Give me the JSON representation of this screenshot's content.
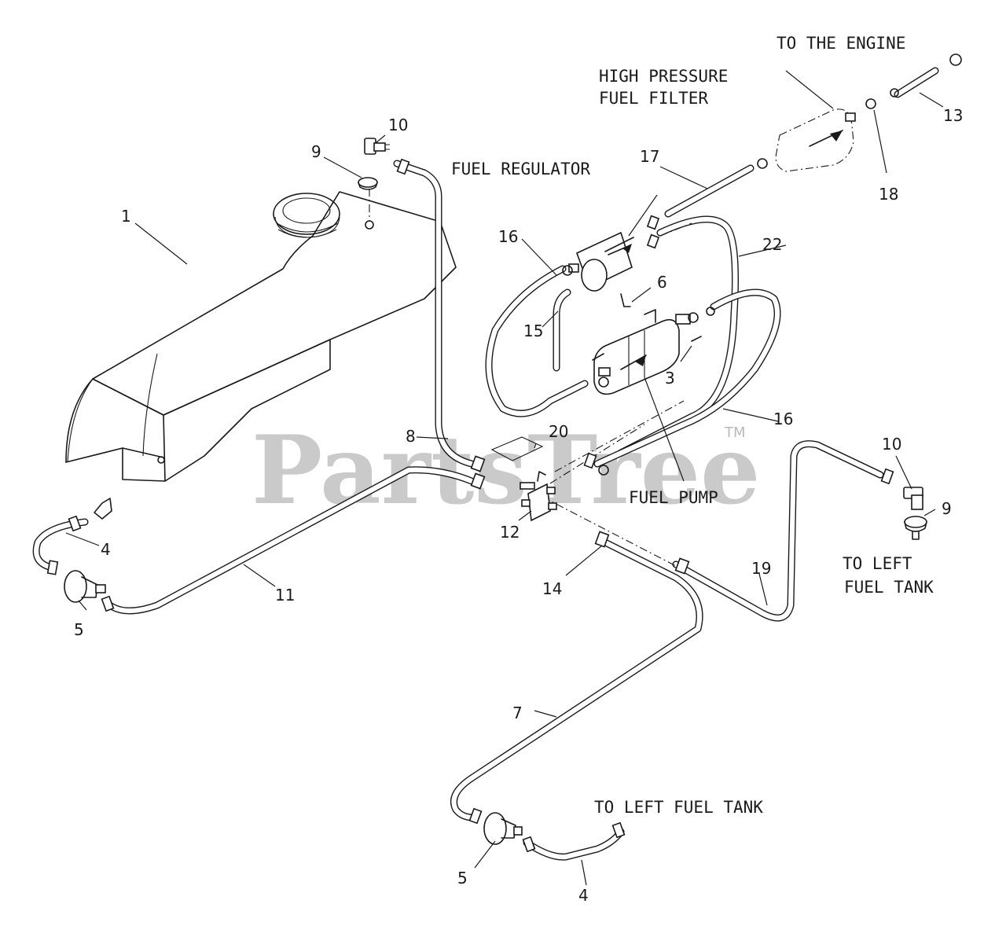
{
  "watermark": {
    "brand": "PartsTree",
    "trademark": "TM"
  },
  "labels": {
    "to_engine": "TO THE ENGINE",
    "hp_filter_line1": "HIGH PRESSURE",
    "hp_filter_line2": "FUEL FILTER",
    "fuel_regulator": "FUEL REGULATOR",
    "fuel_pump": "FUEL PUMP",
    "to_left_tank_right_line1": "TO LEFT",
    "to_left_tank_right_line2": "FUEL TANK",
    "to_left_tank_bottom": "TO LEFT FUEL TANK"
  },
  "callouts": [
    {
      "id": "c1",
      "text": "1"
    },
    {
      "id": "c10a",
      "text": "10"
    },
    {
      "id": "c9a",
      "text": "9"
    },
    {
      "id": "c17",
      "text": "17"
    },
    {
      "id": "c13",
      "text": "13"
    },
    {
      "id": "c18",
      "text": "18"
    },
    {
      "id": "c16a",
      "text": "16"
    },
    {
      "id": "c22",
      "text": "22"
    },
    {
      "id": "c6",
      "text": "6"
    },
    {
      "id": "c15",
      "text": "15"
    },
    {
      "id": "c3",
      "text": "3"
    },
    {
      "id": "c16b",
      "text": "16"
    },
    {
      "id": "c20",
      "text": "20"
    },
    {
      "id": "c8",
      "text": "8"
    },
    {
      "id": "c10b",
      "text": "10"
    },
    {
      "id": "c9b",
      "text": "9"
    },
    {
      "id": "c12",
      "text": "12"
    },
    {
      "id": "c4a",
      "text": "4"
    },
    {
      "id": "c5a",
      "text": "5"
    },
    {
      "id": "c11",
      "text": "11"
    },
    {
      "id": "c14",
      "text": "14"
    },
    {
      "id": "c19",
      "text": "19"
    },
    {
      "id": "c7",
      "text": "7"
    },
    {
      "id": "c5b",
      "text": "5"
    },
    {
      "id": "c4b",
      "text": "4"
    }
  ]
}
